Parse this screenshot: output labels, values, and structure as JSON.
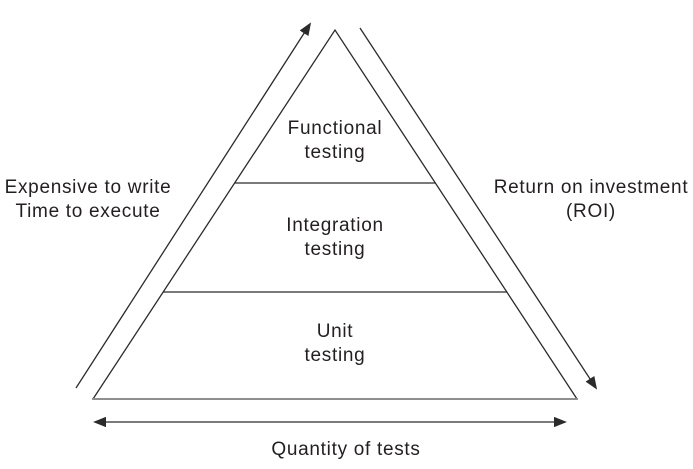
{
  "diagram": {
    "levels": [
      {
        "id": "functional-testing",
        "line1": "Functional",
        "line2": "testing"
      },
      {
        "id": "integration-testing",
        "line1": "Integration",
        "line2": "testing"
      },
      {
        "id": "unit-testing",
        "line1": "Unit",
        "line2": "testing"
      }
    ],
    "left_annotation": {
      "line1": "Expensive to write",
      "line2": "Time to execute"
    },
    "right_annotation": {
      "line1": "Return on investment",
      "line2": "(ROI)"
    },
    "bottom_annotation": "Quantity of tests",
    "arrows": [
      {
        "name": "cost-arrow",
        "side": "left",
        "direction": "up"
      },
      {
        "name": "roi-arrow",
        "side": "right",
        "direction": "down"
      },
      {
        "name": "quantity-arrow",
        "side": "bottom",
        "direction": "both"
      }
    ],
    "colors": {
      "line": "#2b2b2b",
      "base_line": "#8f8f8f",
      "text": "#231f20",
      "background": "#ffffff"
    }
  }
}
